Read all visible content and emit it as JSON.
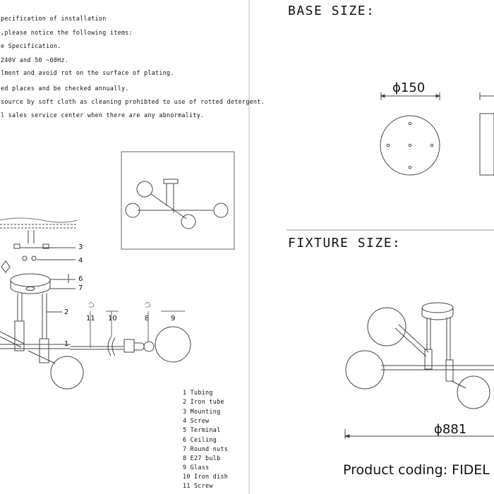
{
  "notes": [
    "pecification of installation",
    ",please notice the following items:",
    "e Specification.",
    "240V and 50 ~60Hz.",
    "lment and avoid rot on the surface of plating.",
    "ed places and be checked annually.",
    "source by soft cloth as cleaning prohibted to use of rotted detergent.",
    "l sales service center when there are any abnormality."
  ],
  "base_size": {
    "heading": "BASE SIZE:",
    "diameter": "ϕ150"
  },
  "fixture_size": {
    "heading": "FIXTURE SIZE:",
    "width": "ϕ881"
  },
  "product_coding": "Product coding: FIDEL F",
  "callouts": [
    "3",
    "4",
    "6",
    "7",
    "2",
    "1",
    "11",
    "10",
    "8",
    "9"
  ],
  "parts": [
    "1 Tubing",
    "2 Iron tube",
    "3 Mounting",
    "4 Screw",
    "5 Terminal",
    "6 Ceiling",
    "7 Round nuts",
    "8 E27 bulb",
    "9 Glass",
    "10 Iron dish",
    "11 Screw"
  ],
  "colors": {
    "line": "#333333",
    "dim_line": "#555555",
    "frame": "#666666"
  }
}
